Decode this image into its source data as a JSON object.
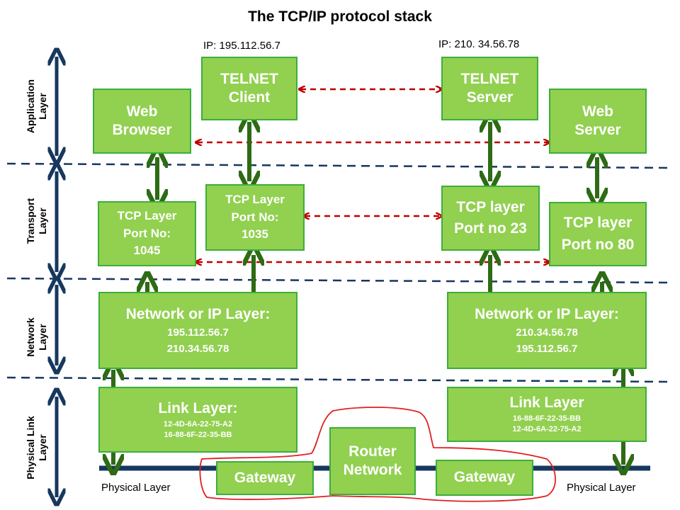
{
  "title": "The TCP/IP protocol stack",
  "ip_labels": {
    "client": "IP:   195.112.56.7",
    "server": "IP:   210. 34.56.78"
  },
  "layers": {
    "application": [
      "Application",
      "Layer"
    ],
    "transport": [
      "Transport",
      "Layer"
    ],
    "network": [
      "Network",
      "Layer"
    ],
    "physical": [
      "Physical Link",
      "Layer"
    ]
  },
  "boxes": {
    "web_browser": [
      "Web",
      "Browser"
    ],
    "telnet_client": [
      "TELNET",
      "Client"
    ],
    "telnet_server": [
      "TELNET",
      "Server"
    ],
    "web_server": [
      "Web",
      "Server"
    ],
    "tcp_1045": [
      "TCP Layer",
      "Port No:",
      "1045"
    ],
    "tcp_1035": [
      "TCP Layer",
      "Port No:",
      "1035"
    ],
    "tcp_23": [
      "TCP layer",
      "Port no 23"
    ],
    "tcp_80": [
      "TCP layer",
      "Port no 80"
    ],
    "net_left": {
      "title": "Network or IP Layer:",
      "lines": [
        "195.112.56.7",
        "210.34.56.78"
      ]
    },
    "net_right": {
      "title": "Network or IP Layer:",
      "lines": [
        "210.34.56.78",
        "195.112.56.7"
      ]
    },
    "link_left": {
      "title": "Link Layer:",
      "lines": [
        "12-4D-6A-22-75-A2",
        "16-88-6F-22-35-BB"
      ]
    },
    "link_right": {
      "title": "Link Layer",
      "lines": [
        "16-88-6F-22-35-BB",
        "12-4D-6A-22-75-A2"
      ]
    },
    "gateway_left": "Gateway",
    "router": [
      "Router",
      "Network"
    ],
    "gateway_right": "Gateway"
  },
  "physical_labels": {
    "left": "Physical Layer",
    "right": "Physical Layer"
  },
  "colors": {
    "box_fill": "#92d050",
    "box_border": "#3cae3c",
    "dark_green_arrow": "#2e6b14",
    "navy_arrow": "#17375e",
    "red_dashed_arrow": "#c00000",
    "outline_red": "#e02020"
  }
}
